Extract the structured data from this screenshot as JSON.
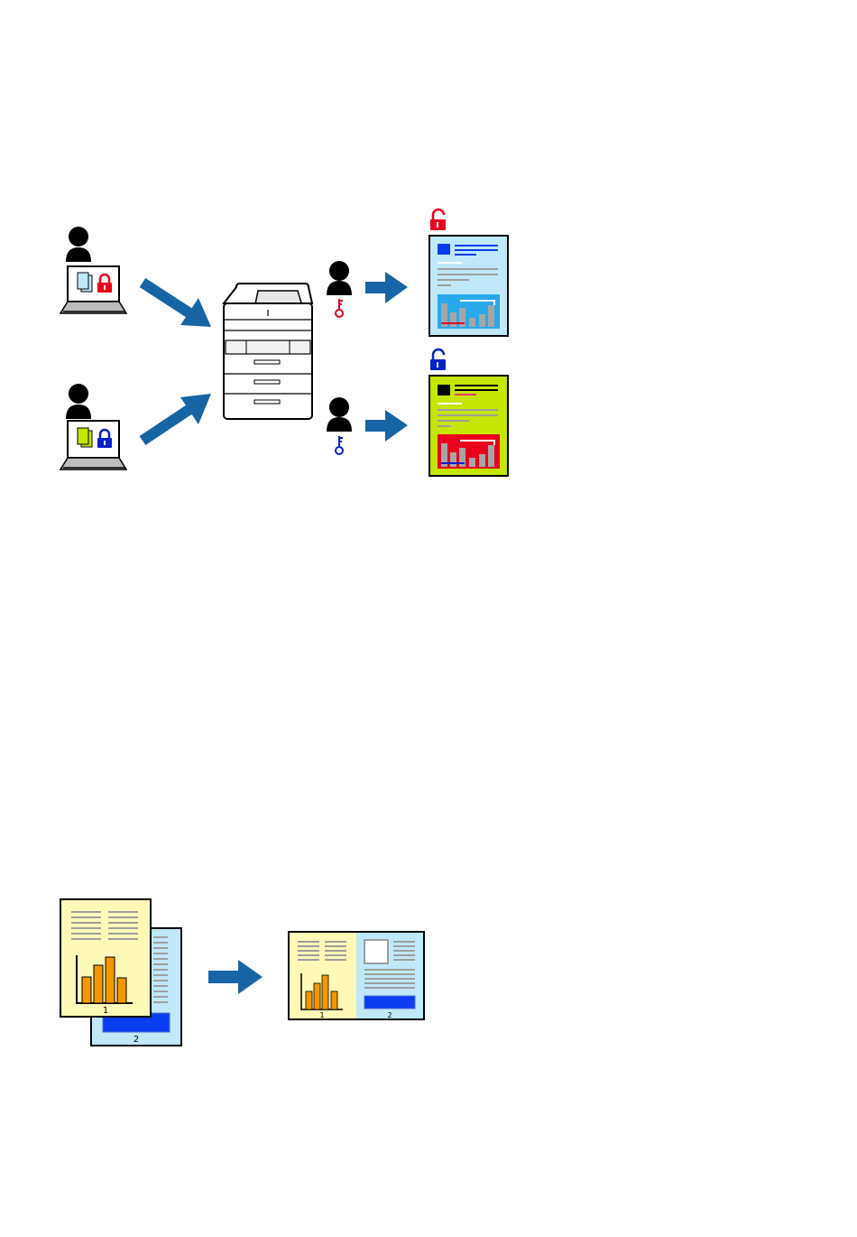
{
  "colors": {
    "arrow": "#1765a5",
    "lock_red": "#e8001c",
    "lock_blue": "#0021c8",
    "doc_blue_bg": "#bfe9f9",
    "doc_green_bg": "#c4e600",
    "doc_yellow_bg": "#fff9b8",
    "bar_orange": "#f39800",
    "chart_red": "#e8001c",
    "accent_blue": "#0a3cf0",
    "gray_line": "#9e9e9e"
  },
  "icons": {
    "user": "user-icon",
    "laptop": "laptop-icon",
    "printer": "printer-icon",
    "key": "key-icon",
    "padlock_locked": "lock-icon",
    "padlock_unlocked": "unlock-icon",
    "arrow": "arrow-icon",
    "document": "document-icon"
  },
  "figure2": {
    "page1_label": "1",
    "page2_label": "2",
    "merged_page1_label": "1",
    "merged_page2_label": "2"
  }
}
